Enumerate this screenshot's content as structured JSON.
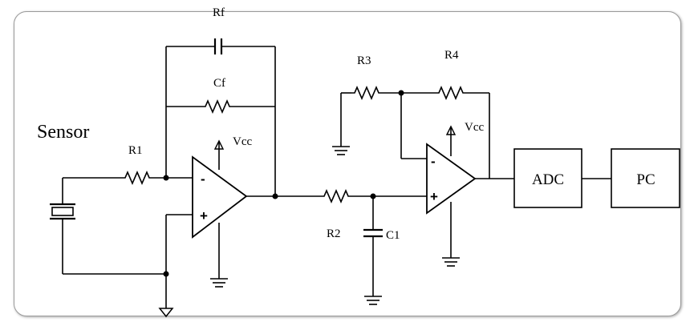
{
  "labels": {
    "sensor": "Sensor",
    "r1": "R1",
    "rf_top": "Rf",
    "cf": "Cf",
    "vcc1": "Vcc",
    "r2": "R2",
    "c1": "C1",
    "r3": "R3",
    "r4": "R4",
    "vcc2": "Vcc",
    "adc": "ADC",
    "pc": "PC",
    "minus": "-",
    "plus": "+"
  }
}
